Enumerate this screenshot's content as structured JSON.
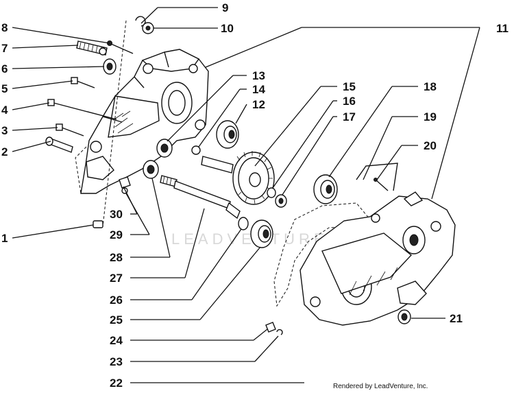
{
  "watermark": "LEADVENTURE",
  "credit": "Rendered by LeadVenture, Inc.",
  "callouts": [
    {
      "id": "c1",
      "label": "1"
    },
    {
      "id": "c2",
      "label": "2"
    },
    {
      "id": "c3",
      "label": "3"
    },
    {
      "id": "c4",
      "label": "4"
    },
    {
      "id": "c5",
      "label": "5"
    },
    {
      "id": "c6",
      "label": "6"
    },
    {
      "id": "c7",
      "label": "7"
    },
    {
      "id": "c8",
      "label": "8"
    },
    {
      "id": "c9",
      "label": "9"
    },
    {
      "id": "c10",
      "label": "10"
    },
    {
      "id": "c11",
      "label": "11"
    },
    {
      "id": "c12",
      "label": "12"
    },
    {
      "id": "c13",
      "label": "13"
    },
    {
      "id": "c14",
      "label": "14"
    },
    {
      "id": "c15",
      "label": "15"
    },
    {
      "id": "c16",
      "label": "16"
    },
    {
      "id": "c17",
      "label": "17"
    },
    {
      "id": "c18",
      "label": "18"
    },
    {
      "id": "c19",
      "label": "19"
    },
    {
      "id": "c20",
      "label": "20"
    },
    {
      "id": "c21",
      "label": "21"
    },
    {
      "id": "c22",
      "label": "22"
    },
    {
      "id": "c23",
      "label": "23"
    },
    {
      "id": "c24",
      "label": "24"
    },
    {
      "id": "c25",
      "label": "25"
    },
    {
      "id": "c26",
      "label": "26"
    },
    {
      "id": "c27",
      "label": "27"
    },
    {
      "id": "c28",
      "label": "28"
    },
    {
      "id": "c29",
      "label": "29"
    },
    {
      "id": "c30",
      "label": "30"
    }
  ]
}
